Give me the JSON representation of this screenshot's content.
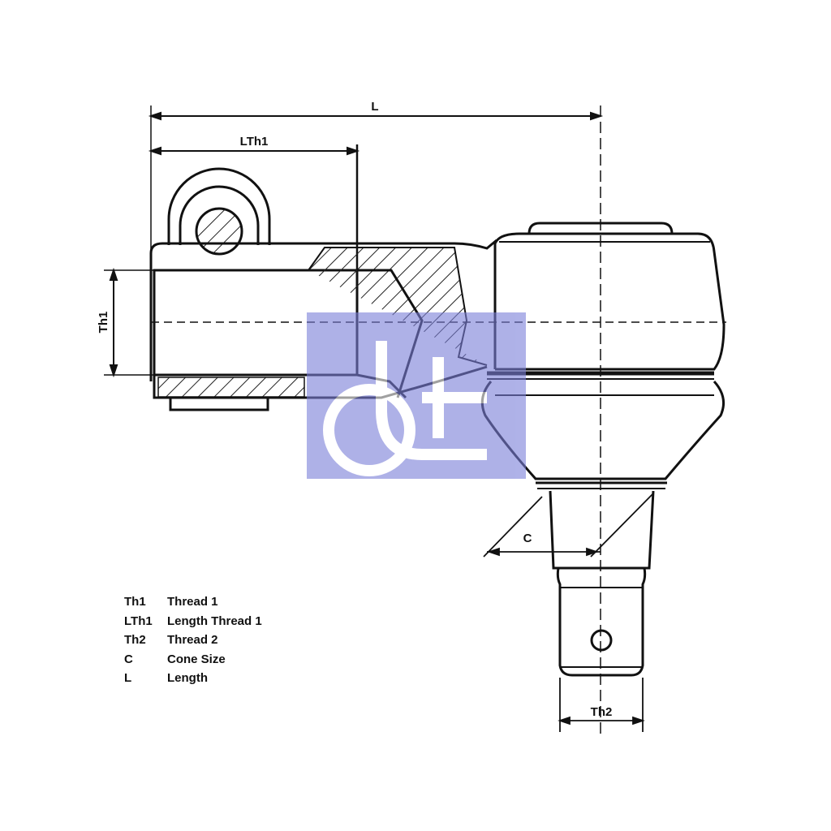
{
  "dimensions": {
    "L": "L",
    "LTh1": "LTh1",
    "Th1": "Th1",
    "Th2": "Th2",
    "C": "C"
  },
  "legend": [
    {
      "key": "Th1",
      "label": "Thread 1"
    },
    {
      "key": "LTh1",
      "label": "Length Thread 1"
    },
    {
      "key": "Th2",
      "label": "Thread 2"
    },
    {
      "key": "C",
      "label": "Cone Size"
    },
    {
      "key": "L",
      "label": "Length"
    }
  ],
  "watermark": {
    "text": "dt",
    "color": "#7a7ed8"
  }
}
